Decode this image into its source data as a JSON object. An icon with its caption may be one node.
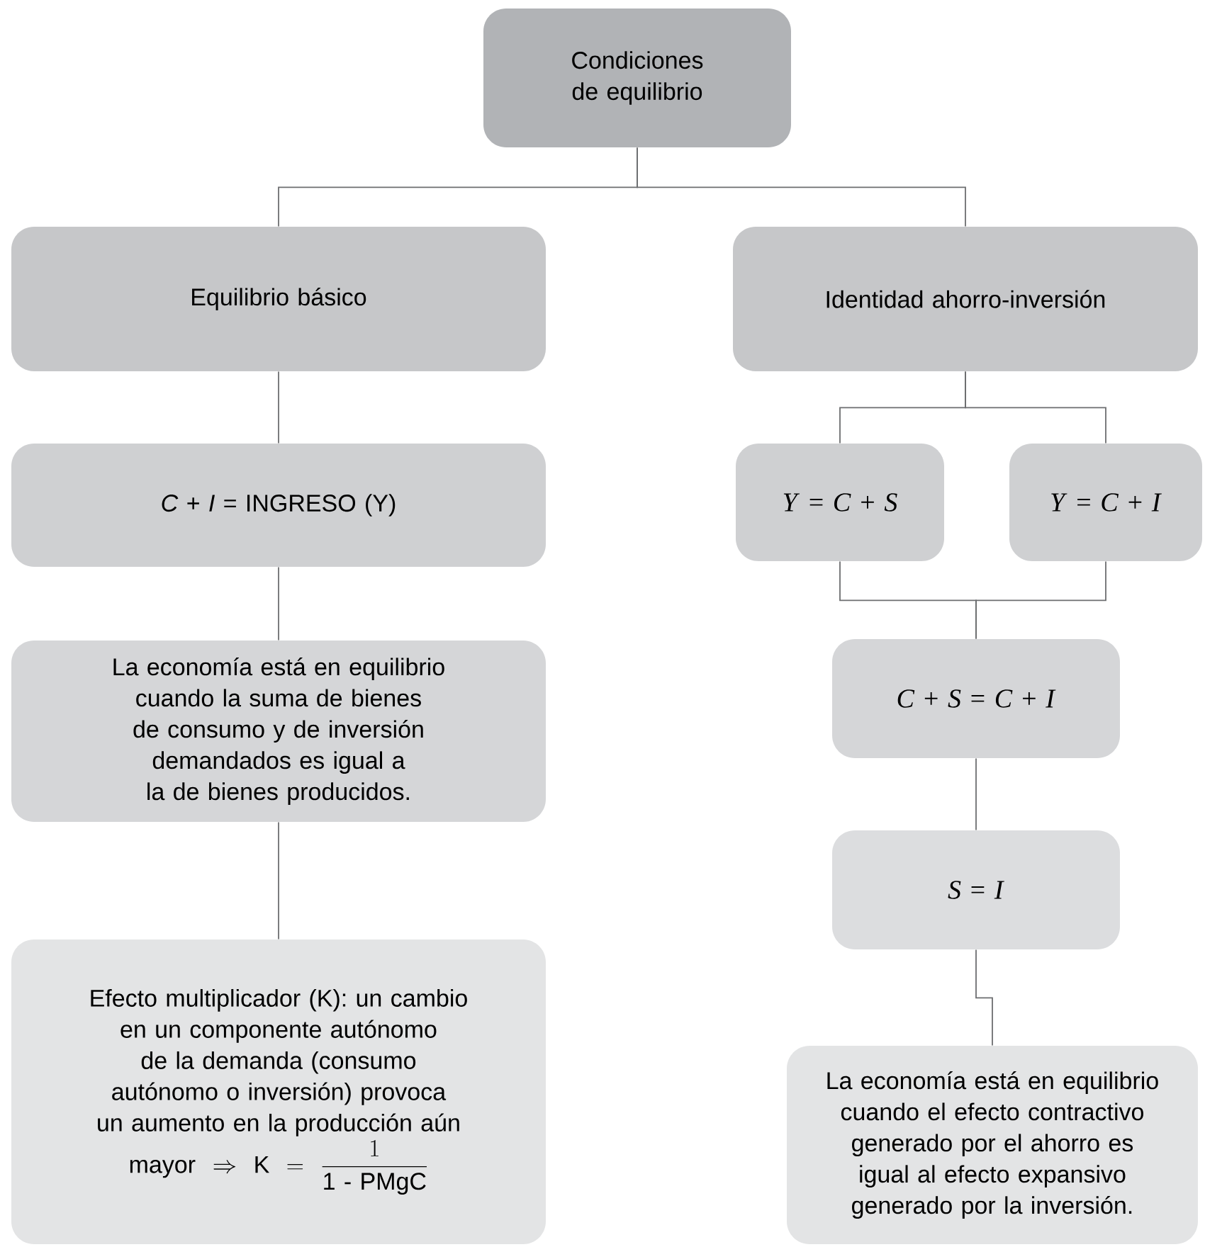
{
  "diagram": {
    "nodes": [
      {
        "text": [
          "Condiciones de equilibrio"
        ]
      },
      {
        "text": [
          "Equilibrio básico"
        ]
      },
      {
        "text": [
          "Identidad ahorro-inversión"
        ]
      },
      {
        "text": [
          "*C* + *I* = INGRESO (Y)"
        ]
      },
      {
        "text": [
          "La economía está en equilibrio cuando la suma de bienes de consumo y de inversión demandados es igual a la de bienes producidos."
        ]
      },
      {
        "text": [
          "Efecto multiplicador (K): un cambio en un componente autónomo de la demanda (consumo autónomo o inversión) provoca un aumento en la producción aún",
          "\\mathrm{mayor} \\Rightarrow \\mathrm{K} = \\frac{1}{\\mathrm{1\\ \\text{-}\\ PMgC}}"
        ]
      },
      {
        "text": [
          "*Y* = *C* + *S*"
        ]
      },
      {
        "text": [
          "*Y* = *C* + *I*"
        ]
      },
      {
        "text": [
          "*C* + *S* = *C* + *I*"
        ]
      },
      {
        "text": [
          "*S* = *I*"
        ]
      },
      {
        "text": [
          "La economía está en equilibrio cuando el efecto contractivo generado por el ahorro es igual al efecto expansivo generado por la inversión."
        ]
      }
    ],
    "edges": [
      {
        "from": 0,
        "to": 1,
        "arrow": "none"
      },
      {
        "from": 0,
        "to": 2,
        "arrow": "none"
      },
      {
        "from": 1,
        "to": 3,
        "arrow": "none"
      },
      {
        "from": 3,
        "to": 4,
        "arrow": "none"
      },
      {
        "from": 4,
        "to": 5,
        "arrow": "none"
      },
      {
        "from": 2,
        "to": 6,
        "arrow": "none"
      },
      {
        "from": 2,
        "to": 7,
        "arrow": "none"
      },
      {
        "from": 6,
        "to": 8,
        "arrow": "none"
      },
      {
        "from": 7,
        "to": 8,
        "arrow": "none"
      },
      {
        "from": 8,
        "to": 9,
        "arrow": "none"
      },
      {
        "from": 9,
        "to": 10,
        "arrow": "none"
      }
    ]
  }
}
